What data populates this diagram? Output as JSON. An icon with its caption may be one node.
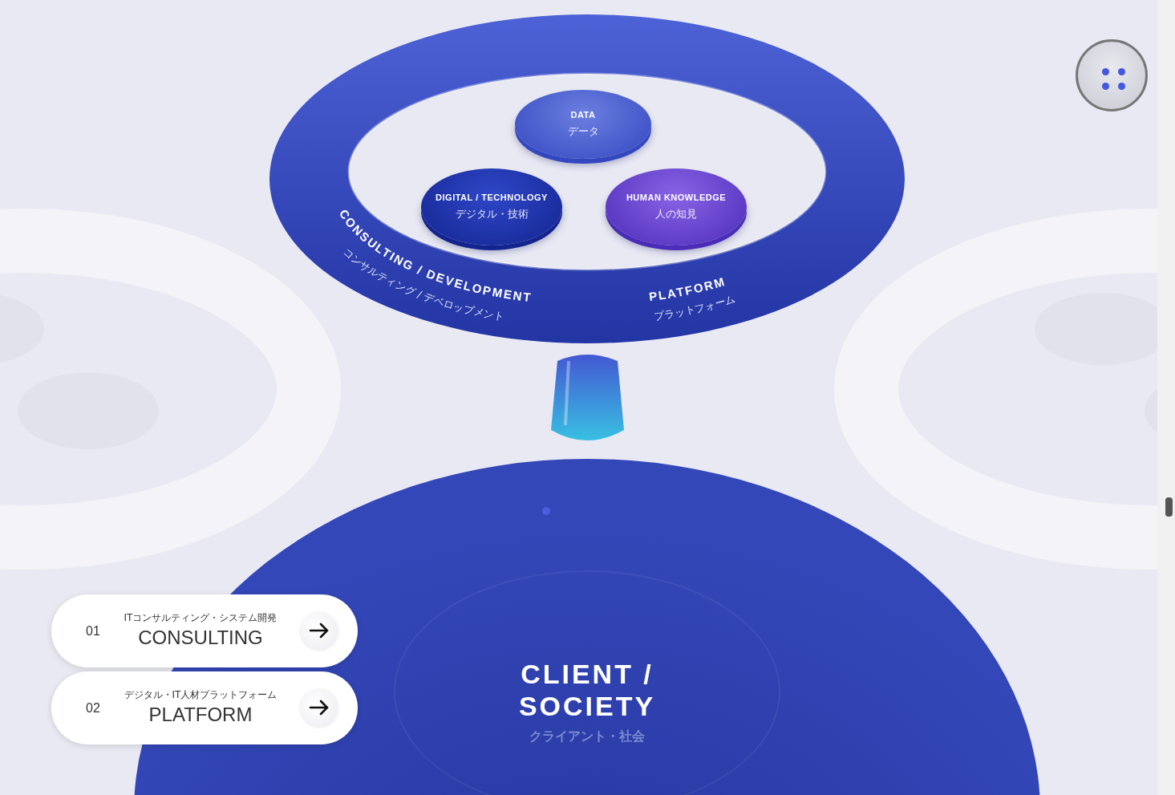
{
  "diagram": {
    "nodes": [
      {
        "text": [
          "CONSULTING / DEVELOPMENT",
          "コンサルティング / デベロップメント",
          "PLATFORM",
          "プラットフォーム"
        ]
      },
      {
        "text": [
          "DATA",
          "データ"
        ],
        "in": 0
      },
      {
        "text": [
          "DIGITAL / TECHNOLOGY",
          "デジタル・技術"
        ],
        "in": 0
      },
      {
        "text": [
          "HUMAN KNOWLEDGE",
          "人の知見"
        ],
        "in": 0
      },
      {
        "text": [],
        "shape": "cylinder"
      },
      {
        "text": [
          "CLIENT / SOCIETY",
          "クライアント・社会"
        ]
      },
      {
        "text": [
          "01",
          "ITコンサルティング・システム開発",
          "CONSULTING"
        ]
      },
      {
        "text": [
          "02",
          "デジタル・IT人材プラットフォーム",
          "PLATFORM"
        ]
      }
    ]
  }
}
